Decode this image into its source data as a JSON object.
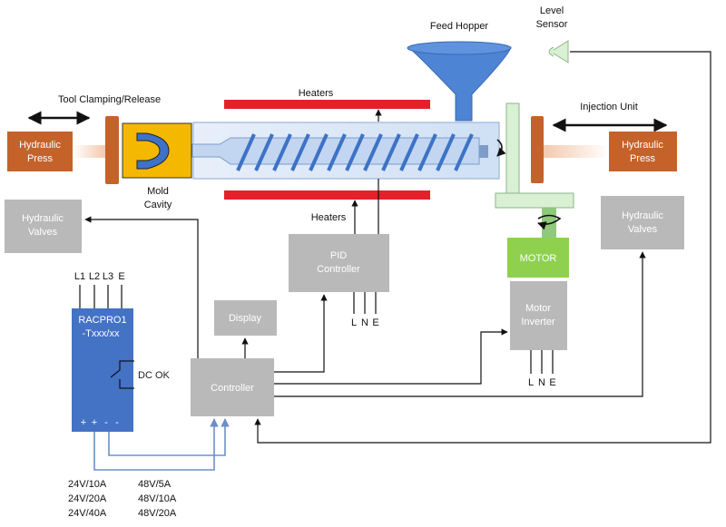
{
  "labels": {
    "tool_clamping": "Tool Clamping/Release",
    "heaters_top": "Heaters",
    "heaters_bottom": "Heaters",
    "feed_hopper": "Feed Hopper",
    "level_sensor_1": "Level",
    "level_sensor_2": "Sensor",
    "injection_unit": "Injection Unit",
    "mold_cavity_1": "Mold",
    "mold_cavity_2": "Cavity"
  },
  "boxes": {
    "hydraulic_press_left": [
      "Hydraulic",
      "Press"
    ],
    "hydraulic_press_right": [
      "Hydraulic",
      "Press"
    ],
    "hydraulic_valves_left": [
      "Hydraulic",
      "Valves"
    ],
    "hydraulic_valves_right": [
      "Hydraulic",
      "Valves"
    ],
    "pid_controller": [
      "PID",
      "Controller"
    ],
    "motor": "MOTOR",
    "motor_inverter": [
      "Motor",
      "Inverter"
    ],
    "display": "Display",
    "controller": "Controller"
  },
  "power_supply": {
    "inputs": [
      "L1",
      "L2",
      "L3",
      "E"
    ],
    "name_1": "RACPRO1",
    "name_2": "-Txxx/xx",
    "dc_ok": "DC OK",
    "outputs": [
      "+",
      "+",
      "-",
      "-"
    ]
  },
  "pid_terminals": [
    "L",
    "N",
    "E"
  ],
  "inverter_terminals": [
    "L",
    "N",
    "E"
  ],
  "ratings_left": [
    "24V/10A",
    "24V/20A",
    "24V/40A"
  ],
  "ratings_right": [
    "48V/5A",
    "48V/10A",
    "48V/20A"
  ],
  "colors": {
    "press_orange": "#c5622a",
    "mold_yellow": "#f5b800",
    "heater_red": "#e5202a",
    "screw_blue": "#3d72c6",
    "hopper_blue": "#4d84d4",
    "gray_box": "#b9b9b9",
    "motor_green": "#8fd14f",
    "psu_blue": "#4472c4",
    "sensor_green": "#d9f0d3"
  }
}
